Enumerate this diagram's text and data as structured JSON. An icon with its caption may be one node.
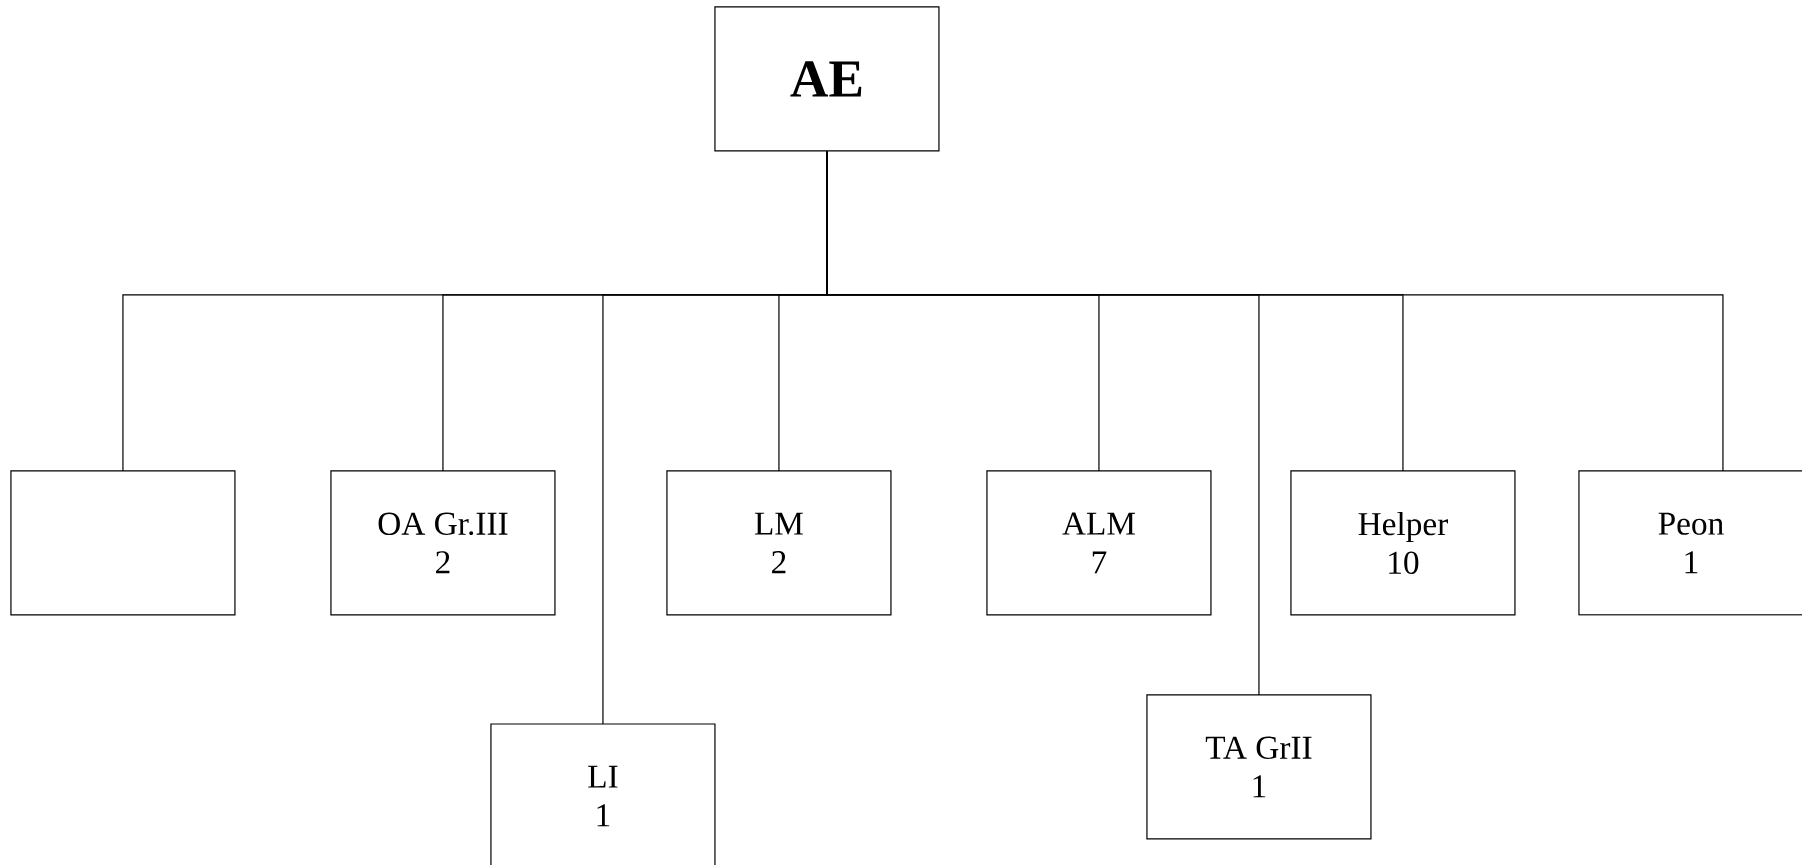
{
  "diagram": {
    "nodes": [
      {
        "text": [
          "AE"
        ]
      },
      {
        "text": [],
        "shape": "box"
      },
      {
        "text": [
          "OA Gr.III",
          "2"
        ]
      },
      {
        "text": [
          "LI",
          "1"
        ]
      },
      {
        "text": [
          "LM",
          "2"
        ]
      },
      {
        "text": [
          "ALM",
          "7"
        ]
      },
      {
        "text": [
          "TA GrII",
          "1"
        ]
      },
      {
        "text": [
          "Helper",
          "10"
        ]
      },
      {
        "text": [
          "Peon",
          "1"
        ]
      }
    ],
    "edges": [
      {
        "from": 0,
        "to": 1,
        "arrow": "none"
      },
      {
        "from": 0,
        "to": 2,
        "arrow": "none"
      },
      {
        "from": 0,
        "to": 3,
        "arrow": "none"
      },
      {
        "from": 0,
        "to": 4,
        "arrow": "none"
      },
      {
        "from": 0,
        "to": 5,
        "arrow": "none"
      },
      {
        "from": 0,
        "to": 6,
        "arrow": "none"
      },
      {
        "from": 0,
        "to": 7,
        "arrow": "none"
      },
      {
        "from": 0,
        "to": 8,
        "arrow": "none"
      }
    ]
  }
}
